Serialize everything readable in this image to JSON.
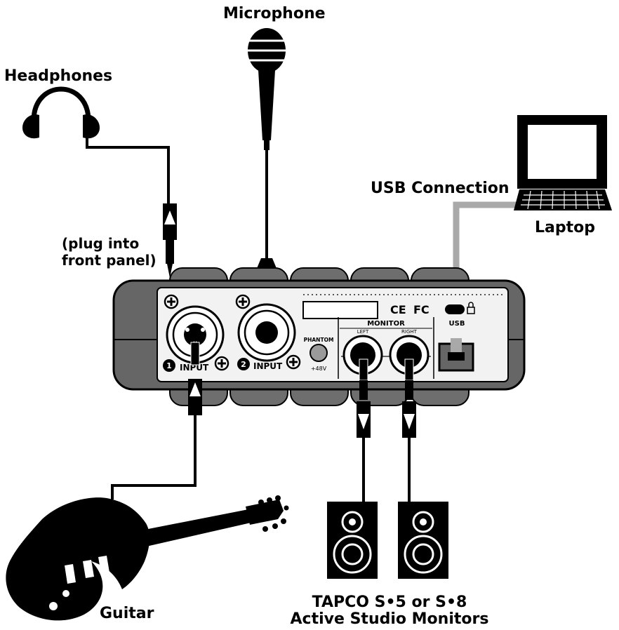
{
  "labels": {
    "microphone": "Microphone",
    "headphones": "Headphones",
    "plug_note_line1": "(plug into",
    "plug_note_line2": "front panel)",
    "usb_connection": "USB Connection",
    "laptop": "Laptop",
    "guitar": "Guitar",
    "monitors_line1": "TAPCO S•5 or S•8",
    "monitors_line2": "Active Studio Monitors"
  },
  "panel": {
    "input_1": "INPUT",
    "input_2": "INPUT",
    "phantom": "PHANTOM",
    "phantom_voltage": "+48V",
    "monitor": "MONITOR",
    "left": "LEFT",
    "right": "RIGHT",
    "usb": "USB",
    "ce_mark": "CE",
    "fc_mark": "FC"
  },
  "colors": {
    "ink": "#000000",
    "panel_body": "#666666",
    "panel_face": "#f2f2f2",
    "usb_cable": "#a9a9a9",
    "knob": "#9a9a9a"
  }
}
